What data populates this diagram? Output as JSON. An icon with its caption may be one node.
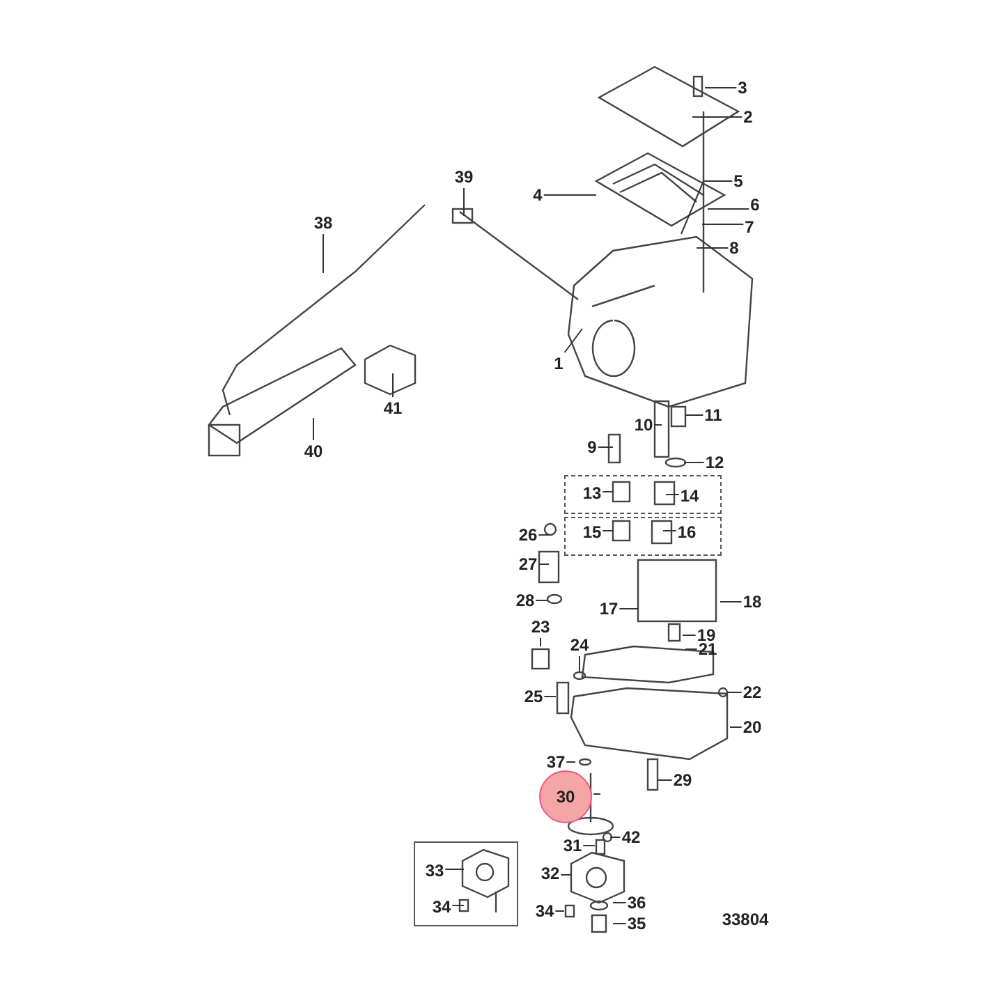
{
  "diagram": {
    "nodes": [
      {
        "text": [
          "3"
        ]
      },
      {
        "text": [
          "2"
        ]
      },
      {
        "text": [
          "39"
        ]
      },
      {
        "text": [
          "4"
        ]
      },
      {
        "text": [
          "5"
        ]
      },
      {
        "text": [
          "6"
        ]
      },
      {
        "text": [
          "7"
        ]
      },
      {
        "text": [
          "38"
        ]
      },
      {
        "text": [
          "8"
        ]
      },
      {
        "text": [
          "1"
        ]
      },
      {
        "text": [
          "41"
        ]
      },
      {
        "text": [
          "11"
        ]
      },
      {
        "text": [
          "10"
        ]
      },
      {
        "text": [
          "9"
        ]
      },
      {
        "text": [
          "40"
        ]
      },
      {
        "text": [
          "12"
        ]
      },
      {
        "text": [],
        "shape": "box"
      },
      {
        "text": [
          "13"
        ],
        "in": 16
      },
      {
        "text": [
          "14"
        ],
        "in": 16
      },
      {
        "text": [],
        "shape": "box"
      },
      {
        "text": [
          "15"
        ],
        "in": 19
      },
      {
        "text": [
          "16"
        ],
        "in": 19
      },
      {
        "text": [
          "26"
        ]
      },
      {
        "text": [
          "27"
        ]
      },
      {
        "text": [
          "28"
        ]
      },
      {
        "text": [
          "17"
        ]
      },
      {
        "text": [
          "18"
        ]
      },
      {
        "text": [
          "23"
        ]
      },
      {
        "text": [
          "19"
        ]
      },
      {
        "text": [
          "24"
        ]
      },
      {
        "text": [
          "21"
        ]
      },
      {
        "text": [
          "22"
        ]
      },
      {
        "text": [
          "25"
        ]
      },
      {
        "text": [
          "20"
        ]
      },
      {
        "text": [
          "37"
        ]
      },
      {
        "text": [
          "29"
        ]
      },
      {
        "text": [
          "30"
        ]
      },
      {
        "text": [
          "42"
        ]
      },
      {
        "text": [],
        "shape": "box"
      },
      {
        "text": [
          "33"
        ],
        "in": 38
      },
      {
        "text": [
          "34"
        ],
        "in": 38
      },
      {
        "text": [
          "31"
        ]
      },
      {
        "text": [
          "32"
        ]
      },
      {
        "text": [
          "34"
        ]
      },
      {
        "text": [
          "36"
        ]
      },
      {
        "text": [
          "35"
        ]
      }
    ],
    "edges": [
      {
        "from": 0,
        "to": null,
        "arrow": "none"
      },
      {
        "from": 1,
        "to": null,
        "arrow": "none"
      },
      {
        "from": 2,
        "to": null,
        "arrow": "none"
      },
      {
        "from": 3,
        "to": null,
        "arrow": "none"
      },
      {
        "from": 4,
        "to": null,
        "arrow": "none"
      },
      {
        "from": 5,
        "to": null,
        "arrow": "none"
      },
      {
        "from": 6,
        "to": null,
        "arrow": "none"
      },
      {
        "from": 7,
        "to": null,
        "arrow": "none"
      },
      {
        "from": 8,
        "to": null,
        "arrow": "none"
      },
      {
        "from": 9,
        "to": null,
        "arrow": "none"
      },
      {
        "from": 10,
        "to": null,
        "arrow": "none"
      },
      {
        "from": 11,
        "to": null,
        "arrow": "none"
      },
      {
        "from": 12,
        "to": null,
        "arrow": "none"
      },
      {
        "from": 13,
        "to": null,
        "arrow": "none"
      },
      {
        "from": 14,
        "to": null,
        "arrow": "none"
      },
      {
        "from": 15,
        "to": null,
        "arrow": "none"
      },
      {
        "from": 17,
        "to": null,
        "arrow": "none"
      },
      {
        "from": 18,
        "to": null,
        "arrow": "none"
      },
      {
        "from": 20,
        "to": null,
        "arrow": "none"
      },
      {
        "from": 21,
        "to": null,
        "arrow": "none"
      },
      {
        "from": 22,
        "to": null,
        "arrow": "none"
      },
      {
        "from": 23,
        "to": null,
        "arrow": "none"
      },
      {
        "from": 24,
        "to": null,
        "arrow": "none"
      },
      {
        "from": 25,
        "to": null,
        "arrow": "none"
      },
      {
        "from": 26,
        "to": null,
        "arrow": "none"
      },
      {
        "from": 27,
        "to": null,
        "arrow": "none"
      },
      {
        "from": 28,
        "to": null,
        "arrow": "none"
      },
      {
        "from": 29,
        "to": null,
        "arrow": "none"
      },
      {
        "from": 30,
        "to": null,
        "arrow": "none"
      },
      {
        "from": 31,
        "to": null,
        "arrow": "none"
      },
      {
        "from": 32,
        "to": null,
        "arrow": "none"
      },
      {
        "from": 33,
        "to": null,
        "arrow": "none"
      },
      {
        "from": 34,
        "to": null,
        "arrow": "none"
      },
      {
        "from": 35,
        "to": null,
        "arrow": "none"
      },
      {
        "from": 36,
        "to": null,
        "arrow": "none"
      },
      {
        "from": 37,
        "to": null,
        "arrow": "none"
      },
      {
        "from": 39,
        "to": null,
        "arrow": "none"
      },
      {
        "from": 40,
        "to": null,
        "arrow": "none"
      },
      {
        "from": 41,
        "to": null,
        "arrow": "none"
      },
      {
        "from": 42,
        "to": null,
        "arrow": "none"
      },
      {
        "from": 43,
        "to": null,
        "arrow": "none"
      },
      {
        "from": 44,
        "to": null,
        "arrow": "none"
      },
      {
        "from": 45,
        "to": null,
        "arrow": "none"
      }
    ],
    "labels": [
      "33804"
    ]
  }
}
